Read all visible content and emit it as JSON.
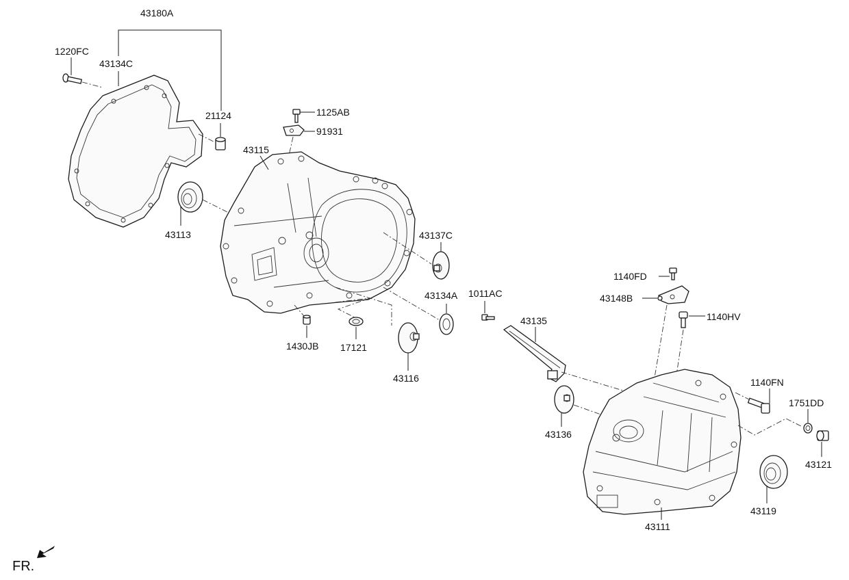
{
  "labels": {
    "p43180A": "43180A",
    "p1220FC": "1220FC",
    "p43134C": "43134C",
    "p21124": "21124",
    "p1125AB": "1125AB",
    "p91931": "91931",
    "p43115": "43115",
    "p43113": "43113",
    "p43137C": "43137C",
    "p43134A": "43134A",
    "p1011AC": "1011AC",
    "p43135": "43135",
    "p1430JB": "1430JB",
    "p17121": "17121",
    "p43116": "43116",
    "p43136": "43136",
    "p1140FD": "1140FD",
    "p43148B": "43148B",
    "p1140HV": "1140HV",
    "p1140FN": "1140FN",
    "p1751DD": "1751DD",
    "p43121": "43121",
    "p43119": "43119",
    "p43111": "43111"
  },
  "direction": {
    "text": "FR."
  }
}
